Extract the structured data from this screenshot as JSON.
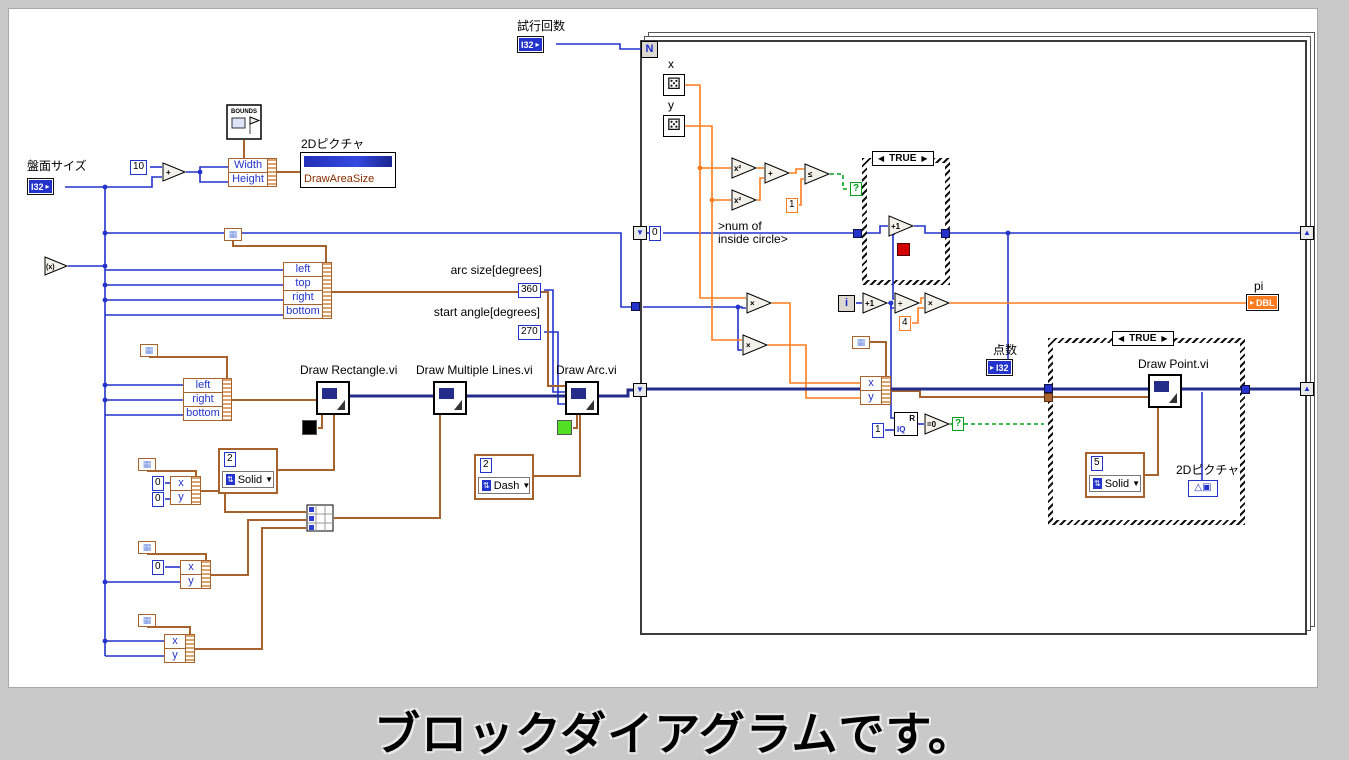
{
  "caption": "ブロックダイアグラムです。",
  "colors": {
    "bg_gray": "#c9c9c9",
    "i32_blue": "#2333cc",
    "dbl_orange": "#ff7c1e",
    "cluster_brown": "#a8622e",
    "picture_blue": "#242e8a",
    "bool_green": "#00a318",
    "red_square": "#d40000",
    "color_black": "#000000",
    "color_green": "#52e024"
  },
  "labels": {
    "trial_count": "試行回数",
    "board_size": "盤面サイズ",
    "picture_2d": "2Dピクチャ",
    "draw_area_size": "DrawAreaSize",
    "arc_size": "arc size[degrees]",
    "start_angle": "start angle[degrees]",
    "draw_rectangle": "Draw Rectangle.vi",
    "draw_multiple_lines": "Draw Multiple Lines.vi",
    "draw_arc": "Draw Arc.vi",
    "draw_point": "Draw Point.vi",
    "num_inside_1": ">num of",
    "num_inside_2": "inside circle>",
    "points": "点数",
    "pi": "pi",
    "x": "x",
    "y": "y",
    "bounds": "BOUNDS",
    "picture_2d_case": "2Dピクチャ"
  },
  "terminals": {
    "i32": "I32",
    "dbl": "DBL",
    "loop_count": "N",
    "iteration": "i"
  },
  "constants": {
    "ten": "10",
    "arc_360": "360",
    "angle_270": "270",
    "zero": "0",
    "one": "1",
    "two": "2",
    "four": "4",
    "five": "5"
  },
  "dropdowns": {
    "solid": "Solid",
    "dash": "Dash"
  },
  "case_selector": "TRUE",
  "bundles": {
    "width": "Width",
    "height": "Height",
    "left": "left",
    "top": "top",
    "right": "right",
    "bottom": "bottom",
    "x": "x",
    "y": "y"
  },
  "glyphs": {
    "add": "+",
    "multiply": "×",
    "square": "x²",
    "less_equal": "≤",
    "increment": "+1",
    "divide": "÷",
    "equal_zero": "=0",
    "convert": "(x)",
    "quotient_r": "R",
    "quotient_iq": "IQ",
    "question": "?",
    "down_arrow": "▼",
    "up_arrow": "▲",
    "left_arrow": "◀",
    "right_arrow": "▶",
    "enum_arrows": "⇅",
    "die": "⚄",
    "cluster": "▦",
    "picture_triangle": "△",
    "picture_square": "▣",
    "terminal_arrow": "▸"
  }
}
